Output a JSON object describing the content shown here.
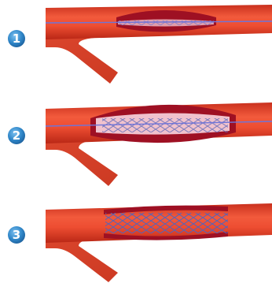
{
  "steps": [
    {
      "number": "1",
      "label_color": "#2f86c8"
    },
    {
      "number": "2",
      "label_color": "#2f86c8"
    },
    {
      "number": "3",
      "label_color": "#2f86c8"
    }
  ],
  "colors": {
    "vessel_fill": "#e8452f",
    "vessel_edge": "#b52516",
    "plaque": "#9e1023",
    "balloon": "#f0c2cd",
    "guidewire": "#6e74d8",
    "stent_mesh": "#5563b8"
  }
}
